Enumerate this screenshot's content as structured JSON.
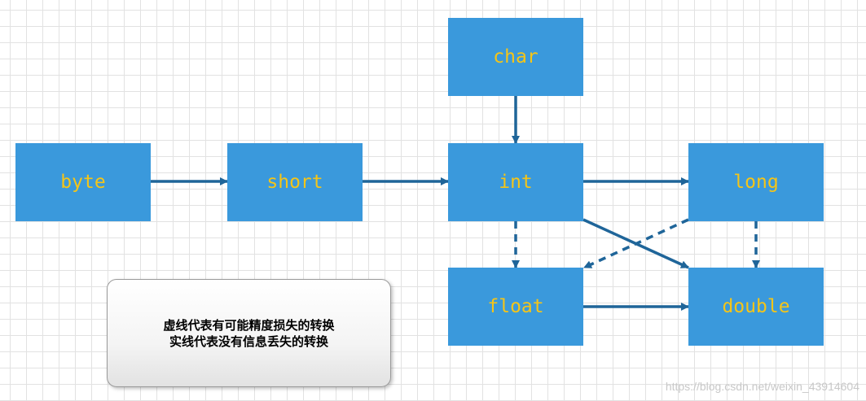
{
  "nodes": {
    "byte": "byte",
    "short": "short",
    "char": "char",
    "int": "int",
    "long": "long",
    "float": "float",
    "double": "double"
  },
  "edges": [
    {
      "from": "byte",
      "to": "short",
      "style": "solid"
    },
    {
      "from": "short",
      "to": "int",
      "style": "solid"
    },
    {
      "from": "char",
      "to": "int",
      "style": "solid"
    },
    {
      "from": "int",
      "to": "long",
      "style": "solid"
    },
    {
      "from": "int",
      "to": "double",
      "style": "solid"
    },
    {
      "from": "float",
      "to": "double",
      "style": "solid"
    },
    {
      "from": "int",
      "to": "float",
      "style": "dashed"
    },
    {
      "from": "long",
      "to": "float",
      "style": "dashed"
    },
    {
      "from": "long",
      "to": "double",
      "style": "dashed"
    }
  ],
  "legend": {
    "dashed_meaning": "虚线代表有可能精度损失的转换",
    "solid_meaning": "实线代表没有信息丢失的转换"
  },
  "watermark": "https://blog.csdn.net/weixin_43914604",
  "colors": {
    "node_fill": "#3a99dc",
    "node_text": "#f5c518",
    "edge": "#1f6599"
  }
}
